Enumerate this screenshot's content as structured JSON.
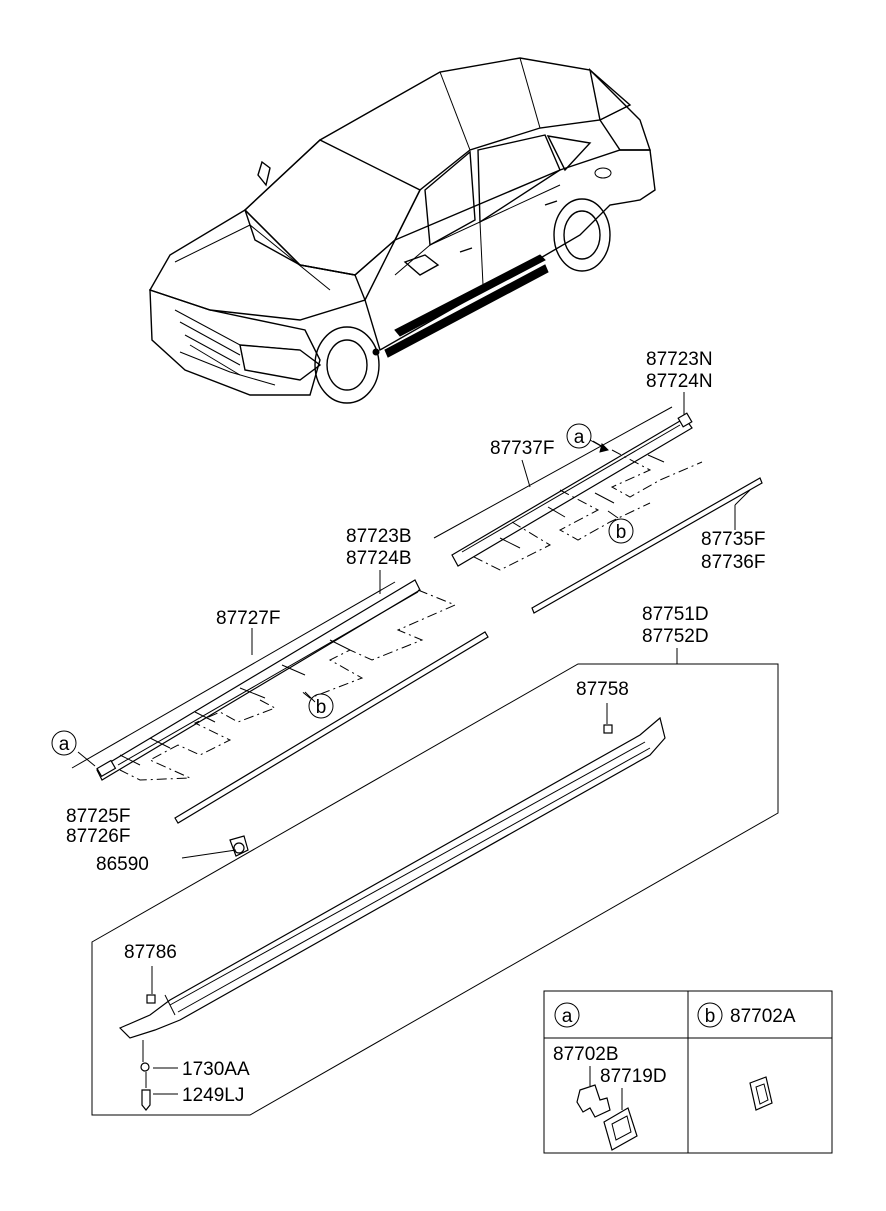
{
  "labels": {
    "p87723N": "87723N",
    "p87724N": "87724N",
    "p87737F": "87737F",
    "p87735F": "87735F",
    "p87736F": "87736F",
    "p87723B": "87723B",
    "p87724B": "87724B",
    "p87727F": "87727F",
    "p87751D": "87751D",
    "p87752D": "87752D",
    "p87758": "87758",
    "p87725F": "87725F",
    "p87726F": "87726F",
    "p86590": "86590",
    "p87786": "87786",
    "p1730AA": "1730AA",
    "p1249LJ": "1249LJ"
  },
  "callouts": {
    "a": "a",
    "b": "b"
  },
  "legend": {
    "a_letter": "a",
    "b_letter": "b",
    "b_part": "87702A",
    "a_part1": "87702B",
    "a_part2": "87719D"
  }
}
